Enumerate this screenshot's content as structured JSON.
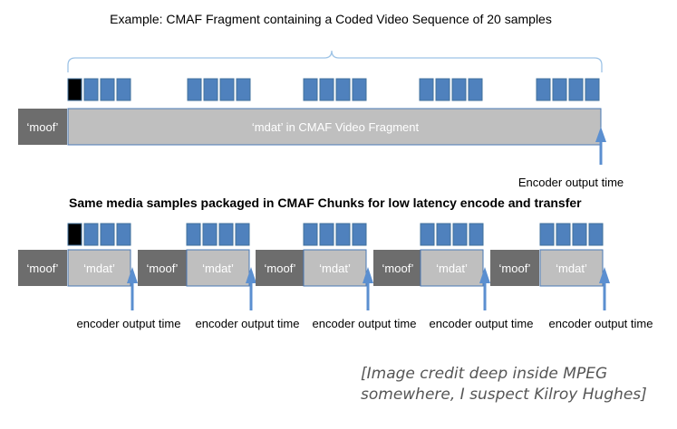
{
  "title": "Example:  CMAF Fragment containing a Coded Video Sequence of 20 samples",
  "subtitle": "Same media samples packaged in CMAF Chunks for low latency encode and transfer",
  "fragment": {
    "moof_label": "‘moof’",
    "mdat_label": "‘mdat’ in CMAF Video Fragment",
    "output_label": "Encoder output time"
  },
  "chunks": {
    "moof_label": "‘moof’",
    "mdat_label": "‘mdat’",
    "output_label": "encoder output time",
    "count": 5
  },
  "samples": {
    "total": 20,
    "per_group": 4,
    "keyframe_index": 0
  },
  "credit_line1": "[Image credit deep inside MPEG",
  "credit_line2": "somewhere, I suspect Kilroy Hughes]",
  "colors": {
    "sample": "#4f81bd",
    "keyframe": "#000000",
    "moof": "#6d6d6d",
    "mdat": "#bfbfbf",
    "arrow": "#5b8fd0",
    "brace": "#9dc3e6"
  }
}
